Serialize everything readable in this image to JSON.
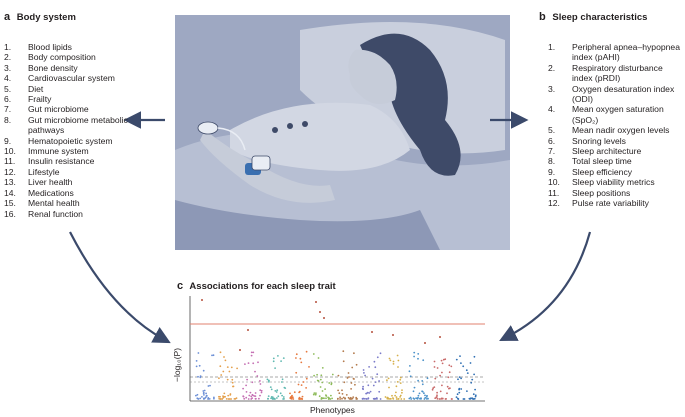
{
  "panel_a": {
    "letter": "a",
    "title": "Body system",
    "items": [
      {
        "num": "1.",
        "text": "Blood lipids"
      },
      {
        "num": "2.",
        "text": "Body composition"
      },
      {
        "num": "3.",
        "text": "Bone density"
      },
      {
        "num": "4.",
        "text": "Cardiovascular system"
      },
      {
        "num": "5.",
        "text": "Diet"
      },
      {
        "num": "6.",
        "text": "Frailty"
      },
      {
        "num": "7.",
        "text": "Gut microbiome"
      },
      {
        "num": "8.",
        "text": "Gut microbiome metabolic pathways"
      },
      {
        "num": "9.",
        "text": "Hematopoietic system"
      },
      {
        "num": "10.",
        "text": "Immune system"
      },
      {
        "num": "11.",
        "text": "Insulin resistance"
      },
      {
        "num": "12.",
        "text": "Lifestyle"
      },
      {
        "num": "13.",
        "text": "Liver health"
      },
      {
        "num": "14.",
        "text": "Medications"
      },
      {
        "num": "15.",
        "text": "Mental health"
      },
      {
        "num": "16.",
        "text": "Renal function"
      }
    ]
  },
  "panel_b": {
    "letter": "b",
    "title": "Sleep characteristics",
    "items": [
      {
        "num": "1.",
        "text": "Peripheral apnea–hypopnea index (pAHI)"
      },
      {
        "num": "2.",
        "text": "Respiratory disturbance index (pRDI)"
      },
      {
        "num": "3.",
        "text": "Oxygen desaturation index (ODI)"
      },
      {
        "num": "4.",
        "text": "Mean oxygen saturation (SpO₂)"
      },
      {
        "num": "5.",
        "text": "Mean nadir oxygen levels"
      },
      {
        "num": "6.",
        "text": "Snoring levels"
      },
      {
        "num": "7.",
        "text": "Sleep architecture"
      },
      {
        "num": "8.",
        "text": "Total sleep time"
      },
      {
        "num": "9.",
        "text": "Sleep efficiency"
      },
      {
        "num": "10.",
        "text": "Sleep viability metrics"
      },
      {
        "num": "11.",
        "text": "Sleep positions"
      },
      {
        "num": "12.",
        "text": "Pulse rate variability"
      }
    ]
  },
  "panel_c": {
    "letter": "c",
    "title": "Associations for each sleep trait",
    "x_label": "Phenotypes",
    "y_label": "−log₁₀(P)"
  },
  "colors": {
    "text": "#231f20",
    "navy": "#3b4a6b",
    "illustration_bg": "#9aa5c0",
    "significance_line": "#e0826f",
    "threshold_dash": "#555555"
  }
}
